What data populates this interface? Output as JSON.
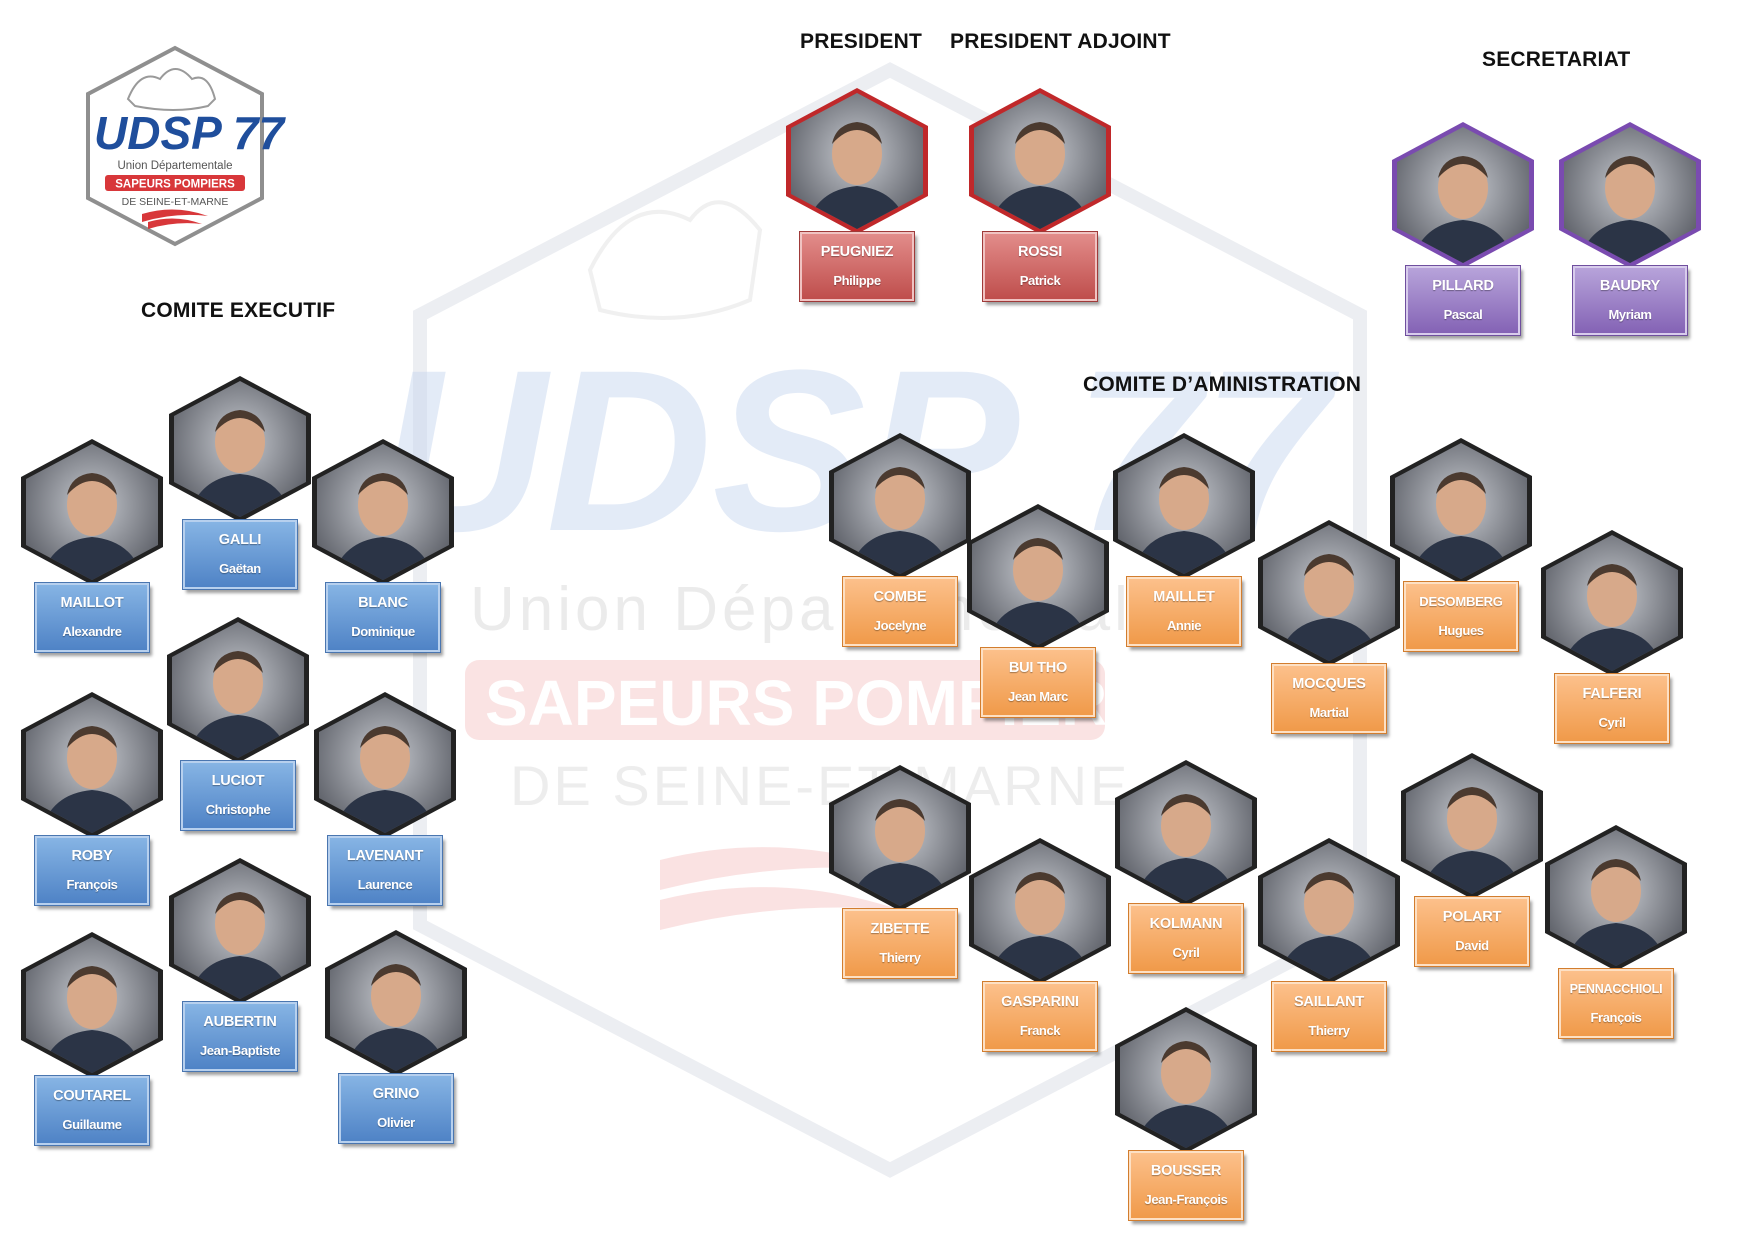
{
  "logo": {
    "abbr": "UDSP 77",
    "line1": "Union Départementale",
    "line2": "SAPEURS POMPIERS",
    "line3": "DE SEINE-ET-MARNE"
  },
  "watermark": {
    "abbr": "UDSP 77",
    "line1": "Union Départementale",
    "line2": "SAPEURS POMPIERS",
    "line3": "DE SEINE-ET-MARNE"
  },
  "sections": {
    "president": "PRESIDENT",
    "president_adjoint": "PRESIDENT ADJOINT",
    "secretariat": "SECRETARIAT",
    "comite_executif": "COMITE EXECUTIF",
    "comite_administration": "COMITE D’AMINISTRATION"
  },
  "colors": {
    "executif": "#4f83c6",
    "president": "#bf4e4c",
    "secretariat": "#8463b5",
    "administration": "#f09a4a"
  },
  "presidents": [
    {
      "last": "PEUGNIEZ",
      "first": "Philippe"
    },
    {
      "last": "ROSSI",
      "first": "Patrick"
    }
  ],
  "secretariat": [
    {
      "last": "PILLARD",
      "first": "Pascal"
    },
    {
      "last": "BAUDRY",
      "first": "Myriam"
    }
  ],
  "executif": [
    {
      "last": "MAILLOT",
      "first": "Alexandre"
    },
    {
      "last": "GALLI",
      "first": "Gaëtan"
    },
    {
      "last": "BLANC",
      "first": "Dominique"
    },
    {
      "last": "ROBY",
      "first": "François"
    },
    {
      "last": "LUCIOT",
      "first": "Christophe"
    },
    {
      "last": "LAVENANT",
      "first": "Laurence"
    },
    {
      "last": "COUTAREL",
      "first": "Guillaume"
    },
    {
      "last": "AUBERTIN",
      "first": "Jean-Baptiste"
    },
    {
      "last": "GRINO",
      "first": "Olivier"
    }
  ],
  "administration": [
    {
      "last": "COMBE",
      "first": "Jocelyne"
    },
    {
      "last": "BUI THO",
      "first": "Jean Marc"
    },
    {
      "last": "MAILLET",
      "first": "Annie"
    },
    {
      "last": "MOCQUES",
      "first": "Martial"
    },
    {
      "last": "DESOMBERG",
      "first": "Hugues"
    },
    {
      "last": "FALFERI",
      "first": "Cyril"
    },
    {
      "last": "ZIBETTE",
      "first": "Thierry"
    },
    {
      "last": "GASPARINI",
      "first": "Franck"
    },
    {
      "last": "KOLMANN",
      "first": "Cyril"
    },
    {
      "last": "SAILLANT",
      "first": "Thierry"
    },
    {
      "last": "POLART",
      "first": "David"
    },
    {
      "last": "PENNACCHIOLI",
      "first": "François"
    },
    {
      "last": "BOUSSER",
      "first": "Jean-François"
    }
  ]
}
